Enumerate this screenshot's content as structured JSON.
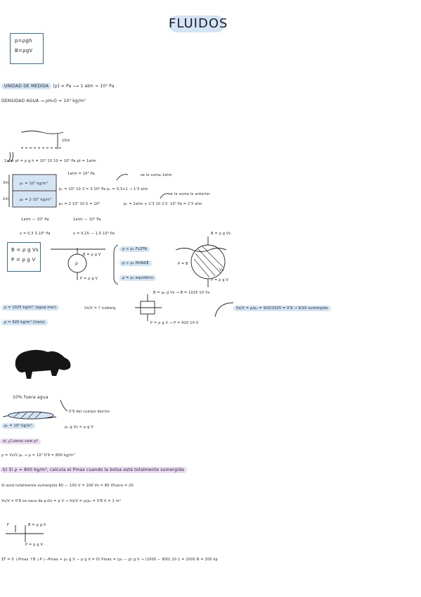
{
  "title": "FLUIDOS",
  "formula_box_1": [
    "p=ρgh",
    "B=ρgV"
  ],
  "unidad": {
    "label": "UNIDAD DE MEDIDA",
    "text": "[p] = Pa ⟶ 1 atm ≈ 10⁵ Pa"
  },
  "densidad_agua": "DENSIDAD AGUA → ρH₂O = 10³ kg/m³",
  "ocean": {
    "depth_label": "10m",
    "surface_calc": "1atm   pf = ρ g h = 10³ 10 10 = 10⁵ Pa   pt = 1atm",
    "atm_line": "1atm = 10⁵ Pa",
    "plus_note": "se le suma 1atm",
    "layer1": "ρ₁ = 10³ kg/m³",
    "layer2": "ρ₂ = 2·10³ kg/m³",
    "h1": "3m",
    "h2": "1m",
    "calc1": "p₁ = 10³ 10 3 = 3·10⁴ Pa   p₁ = 0,3+1 → 1'3 atm",
    "calc2": "p₂ = 2·10³ 10 5 = 10⁵",
    "note2": "se le suma lo anterior",
    "calc3": "p₂ = 1atm + 1'3 10 2'3 ·10⁵ Pa = 2'3 atm",
    "row1": [
      "1atm — 10⁵ Pa",
      "1atm — 10⁵ Pa"
    ],
    "row2": [
      "x = 0,3    3·10⁴ Pa",
      "x = 0,15 — 1,5·10⁴ Pa"
    ]
  },
  "formula_box_2": [
    "B = ρ g Vs",
    "P = ρ g V"
  ],
  "float_cases": {
    "B_label": "B = ρ g V",
    "rho_label": "ρ",
    "P_label": "P = ρ g V",
    "float": "ρ < ρ₀ FLOTA",
    "sink": "ρ > ρ₀ HUNDE",
    "eq": "ρ = ρ₀ equilibrio"
  },
  "sphere": {
    "B_label": "B = ρ g Vs",
    "PB": "P = B",
    "Vs": "Vs",
    "P_label": "P = ρ g V"
  },
  "iceberg": {
    "rho_sea": "ρ = 1025 kg/m³ (agua mar)",
    "rho_ice": "ρ = 920 kg/m³ (hielo)",
    "ratio_q": "Vs/V = ? iceberg",
    "top": "B = ρ₀ g Vs → B = 1025 10 Vs",
    "bottom": "P = ρ g V → P = 920 10 V",
    "answer": "Vs/V = ρ/ρ₀ = 920/1025 = 0'9 → 9/10 sumergido"
  },
  "hippo": {
    "out_label": "10% fuera agua",
    "in_label": "0'9 del cuerpo dentro",
    "rho0": "ρ₀ = 10³ kg/m³",
    "eq": "ρ₀ g Vs = ρ g V"
  },
  "question_a": "a) ¿Cuánto vale ρ?",
  "answer_a": "ρ = Vs/V ρ₀ → ρ = 10³ 0'9 = 800 kg/m³",
  "question_b": "b) Si ρ = 800 kg/m³, calcula el Pmax cuando la bolsa está totalmente sumergida",
  "line_b1": "Si está totalmente sumergido   80 — 100   V = 100   Vs = 80   Vfuera = 20",
  "line_b2": "Vs/V = 0'8   se saca de   ρ₀Vs = ρ V → Vs/V = ρ/ρ₀ = 0'8        V = 1 m³",
  "final_fbd": {
    "B": "B = ρ g V",
    "P": "P = ρ g V",
    "F": "F"
  },
  "final_line": "ΣF = 0   ↓Pmax ↑B  ↓P   (−Pmax + ρ₀ g V − ρ g V = 0)   Pmax = (ρ₀ − ρ) g V → (1000 − 800) 10 1 = 2000 N = 200 kp"
}
